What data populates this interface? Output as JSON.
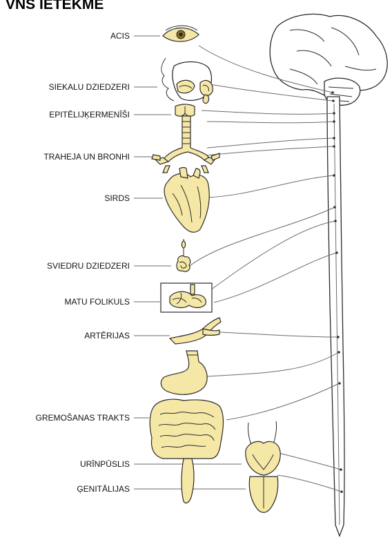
{
  "title": "VNS IETEKME",
  "colors": {
    "organ": "#f5e7a6",
    "line": "#6a6a6a",
    "text": "#111111"
  },
  "labels": {
    "acis": "ACIS",
    "siekalu": "SIEKALU DZIEDZERI",
    "epitel": "EPITĒLIJĶERMENĪŠI",
    "traheja": "TRAHEJA UN BRONHI",
    "sirds": "SIRDS",
    "sviedru": "SVIEDRU DZIEDZERI",
    "matu": "MATU FOLIKULS",
    "arterijas": "ARTĒRIJAS",
    "gremosanas": "GREMOŠANAS TRAKTS",
    "urinpuslis": "URĪNPŪSLIS",
    "genitalijas": "ĢENITĀLIJAS"
  },
  "icons": [
    "eye-icon",
    "salivary-gland-icon",
    "thyroid-icon",
    "trachea-icon",
    "heart-icon",
    "sweat-gland-icon",
    "hair-follicle-icon",
    "artery-icon",
    "stomach-icon",
    "intestine-icon",
    "bladder-icon",
    "genitals-icon",
    "brain-icon",
    "spinal-cord-icon"
  ]
}
